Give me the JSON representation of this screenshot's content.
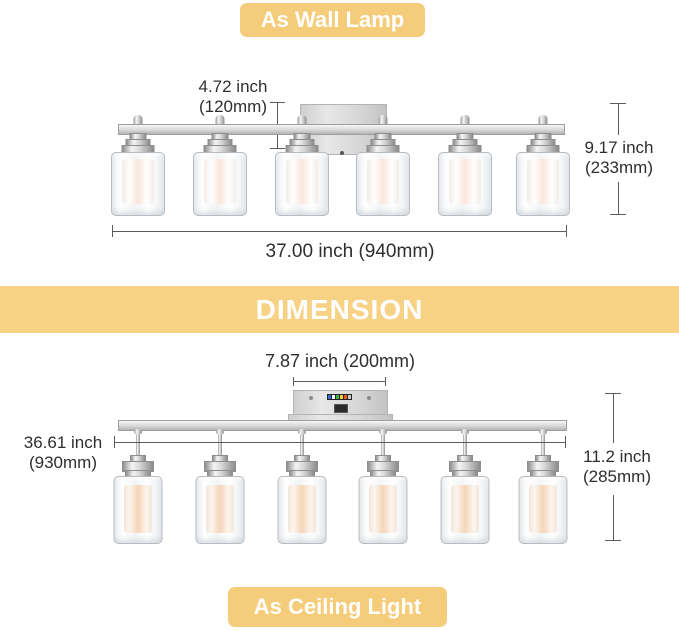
{
  "badges": {
    "top": "As Wall Lamp",
    "bottom": "As Ceiling Light"
  },
  "banner": {
    "title": "DIMENSION"
  },
  "wall_lamp": {
    "dim_backplate_height": {
      "line1": "4.72 inch",
      "line2": "(120mm)"
    },
    "dim_total_height": {
      "line1": "9.17 inch",
      "line2": "(233mm)"
    },
    "dim_width": "37.00 inch (940mm)"
  },
  "ceiling_light": {
    "dim_canopy_width": "7.87 inch (200mm)",
    "dim_width": {
      "line1": "36.61 inch",
      "line2": "(930mm)"
    },
    "dim_height": {
      "line1": "11.2 inch",
      "line2": "(285mm)"
    }
  },
  "colors": {
    "badge_bg": "#f5cc7a",
    "banner_bg": "#f7d184",
    "dim_line": "#5b5b5b",
    "text": "#2e2e2e",
    "glow_pale": "#f9e6dc",
    "glow_warm": "#f4d6ba"
  }
}
